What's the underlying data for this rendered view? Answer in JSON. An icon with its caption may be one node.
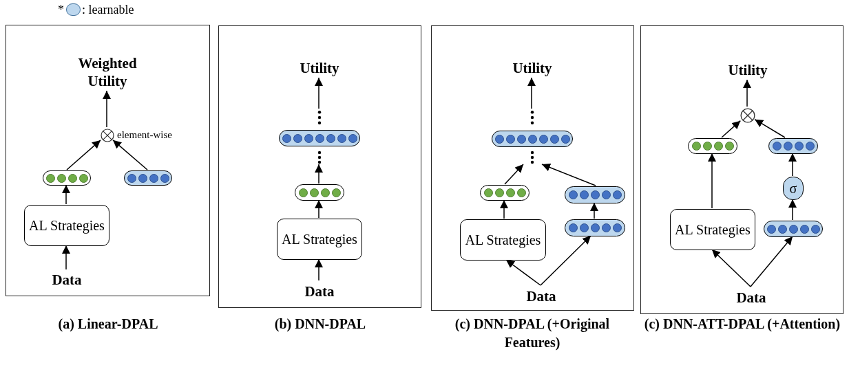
{
  "diagram": {
    "nodes": [
      {
        "text": [],
        "shape": "box",
        "beside": [
          "(a) Linear-DPAL"
        ]
      },
      {
        "text": [
          "Weighted Utility"
        ],
        "in": 0
      },
      {
        "text": [],
        "shape": "circle",
        "in": 0,
        "beside": [
          "element-wise"
        ]
      },
      {
        "text": [],
        "shape": "bar",
        "in": 0
      },
      {
        "text": [],
        "shape": "bar",
        "in": 0
      },
      {
        "text": [
          "AL Strategies"
        ],
        "in": 0
      },
      {
        "text": [
          "Data"
        ],
        "in": 0
      },
      {
        "text": [],
        "shape": "box",
        "beside": [
          "(b) DNN-DPAL"
        ]
      },
      {
        "text": [
          "Utility"
        ],
        "in": 7
      },
      {
        "text": [],
        "shape": "dots",
        "in": 7
      },
      {
        "text": [],
        "shape": "bar",
        "in": 7
      },
      {
        "text": [],
        "shape": "dots",
        "in": 7
      },
      {
        "text": [],
        "shape": "bar",
        "in": 7
      },
      {
        "text": [
          "AL Strategies"
        ],
        "in": 7
      },
      {
        "text": [
          "Data"
        ],
        "in": 7
      },
      {
        "text": [],
        "shape": "box",
        "beside": [
          "(c) DNN-DPAL (+Original Features)"
        ]
      },
      {
        "text": [
          "Utility"
        ],
        "in": 15
      },
      {
        "text": [],
        "shape": "dots",
        "in": 15
      },
      {
        "text": [],
        "shape": "bar",
        "in": 15
      },
      {
        "text": [],
        "shape": "dots",
        "in": 15
      },
      {
        "text": [],
        "shape": "bar",
        "in": 15
      },
      {
        "text": [],
        "shape": "bar",
        "in": 15
      },
      {
        "text": [
          "AL Strategies"
        ],
        "in": 15
      },
      {
        "text": [],
        "shape": "bar",
        "in": 15
      },
      {
        "text": [
          "Data"
        ],
        "in": 15
      },
      {
        "text": [],
        "shape": "box",
        "beside": [
          "(c) DNN-ATT-DPAL (+Attention)"
        ]
      },
      {
        "text": [
          "Utility"
        ],
        "in": 25
      },
      {
        "text": [],
        "shape": "circle",
        "in": 25
      },
      {
        "text": [],
        "shape": "bar",
        "in": 25
      },
      {
        "text": [],
        "shape": "bar",
        "in": 25
      },
      {
        "text": [
          "σ"
        ],
        "in": 25
      },
      {
        "text": [
          "AL Strategies"
        ],
        "in": 25
      },
      {
        "text": [],
        "shape": "bar",
        "in": 25
      },
      {
        "text": [
          "Data"
        ],
        "in": 25
      }
    ],
    "edges": [
      {
        "from": 6,
        "to": 5,
        "arrow": "to"
      },
      {
        "from": 5,
        "to": 3,
        "arrow": "to"
      },
      {
        "from": 3,
        "to": 2,
        "arrow": "to"
      },
      {
        "from": 4,
        "to": 2,
        "arrow": "to"
      },
      {
        "from": 2,
        "to": 1,
        "arrow": "to"
      },
      {
        "from": 14,
        "to": 13,
        "arrow": "to"
      },
      {
        "from": 13,
        "to": 12,
        "arrow": "to"
      },
      {
        "from": 12,
        "to": 11,
        "arrow": "to"
      },
      {
        "from": 9,
        "to": 8,
        "arrow": "to"
      },
      {
        "from": 24,
        "to": 22,
        "arrow": "to"
      },
      {
        "from": 24,
        "to": 23,
        "arrow": "to"
      },
      {
        "from": 22,
        "to": 20,
        "arrow": "to"
      },
      {
        "from": 23,
        "to": 21,
        "arrow": "to"
      },
      {
        "from": 20,
        "to": 19,
        "arrow": "to"
      },
      {
        "from": 21,
        "to": 19,
        "arrow": "to"
      },
      {
        "from": 17,
        "to": 16,
        "arrow": "to"
      },
      {
        "from": 33,
        "to": 31,
        "arrow": "to"
      },
      {
        "from": 33,
        "to": 32,
        "arrow": "to"
      },
      {
        "from": 31,
        "to": 28,
        "arrow": "to"
      },
      {
        "from": 32,
        "to": 30,
        "arrow": "to"
      },
      {
        "from": 30,
        "to": 29,
        "arrow": "to"
      },
      {
        "from": 28,
        "to": 27,
        "arrow": "to"
      },
      {
        "from": 29,
        "to": 27,
        "arrow": "to"
      },
      {
        "from": 27,
        "to": 26,
        "arrow": "to"
      }
    ],
    "labels": [
      "*"
    ],
    "legend": [
      {
        "text": ": learnable",
        "color": "#bdd7ee"
      }
    ]
  }
}
